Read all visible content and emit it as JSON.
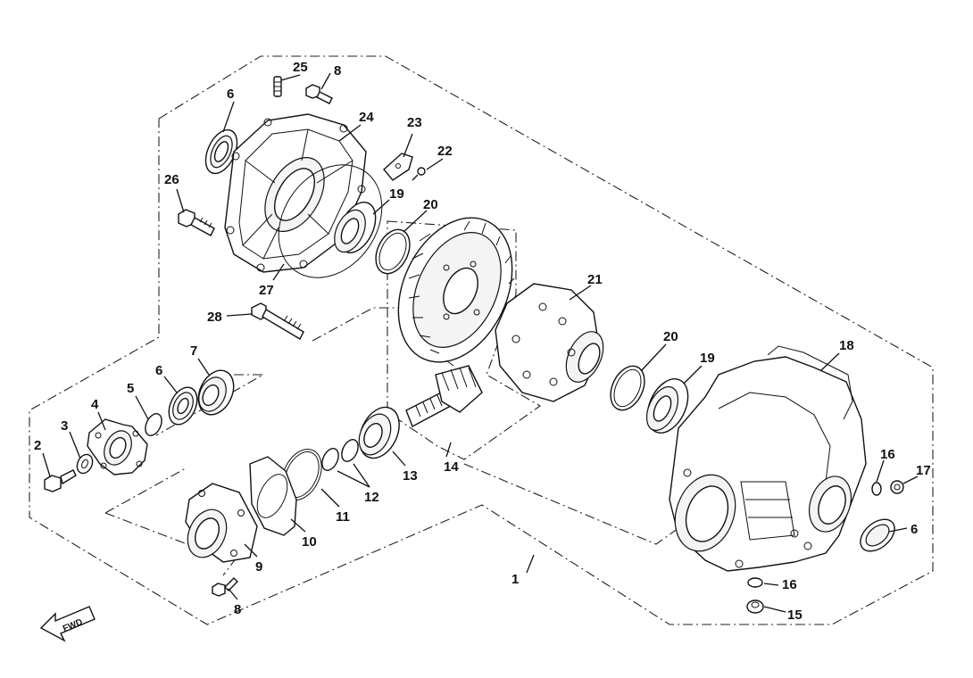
{
  "diagram": {
    "title": "Front differential assembly exploded view",
    "direction_badge": "FWD",
    "callouts": {
      "c1": "1",
      "c2": "2",
      "c3": "3",
      "c4": "4",
      "c5": "5",
      "c6a": "6",
      "c6b": "6",
      "c6c": "6",
      "c7": "7",
      "c8a": "8",
      "c8b": "8",
      "c9": "9",
      "c10": "10",
      "c11": "11",
      "c12": "12",
      "c13": "13",
      "c14": "14",
      "c15": "15",
      "c16a": "16",
      "c16b": "16",
      "c17": "17",
      "c18": "18",
      "c19a": "19",
      "c19b": "19",
      "c20a": "20",
      "c20b": "20",
      "c21": "21",
      "c22": "22",
      "c23": "23",
      "c24": "24",
      "c25": "25",
      "c26": "26",
      "c27": "27",
      "c28": "28"
    }
  }
}
